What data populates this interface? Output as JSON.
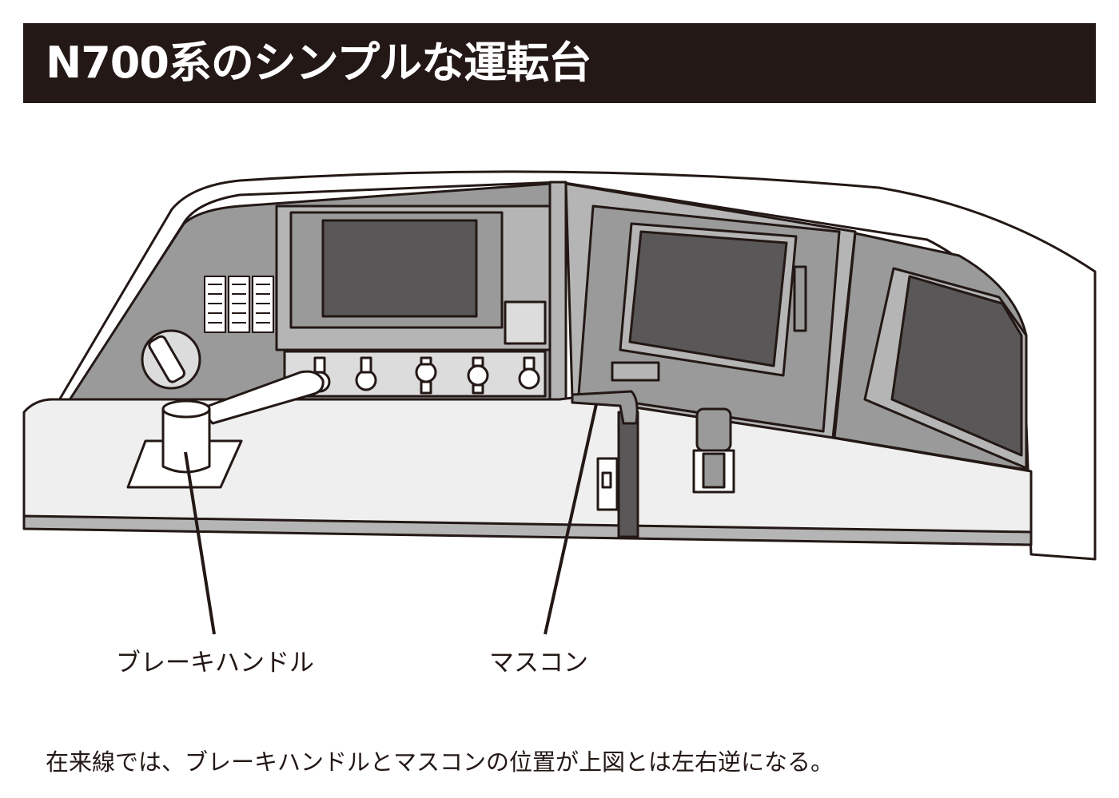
{
  "title": "N700系のシンプルな運転台",
  "labels": {
    "brake_handle": "ブレーキハンドル",
    "mascon": "マスコン"
  },
  "caption": "在来線では、ブレーキハンドルとマスコンの位置が上図とは左右逆になる。",
  "colors": {
    "ink": "#231815",
    "title_bar": "#231815",
    "panel_gray": "#9a9a9a",
    "panel_light": "#b5b5b5",
    "screen_dark": "#595757",
    "desk": "#efefef"
  }
}
